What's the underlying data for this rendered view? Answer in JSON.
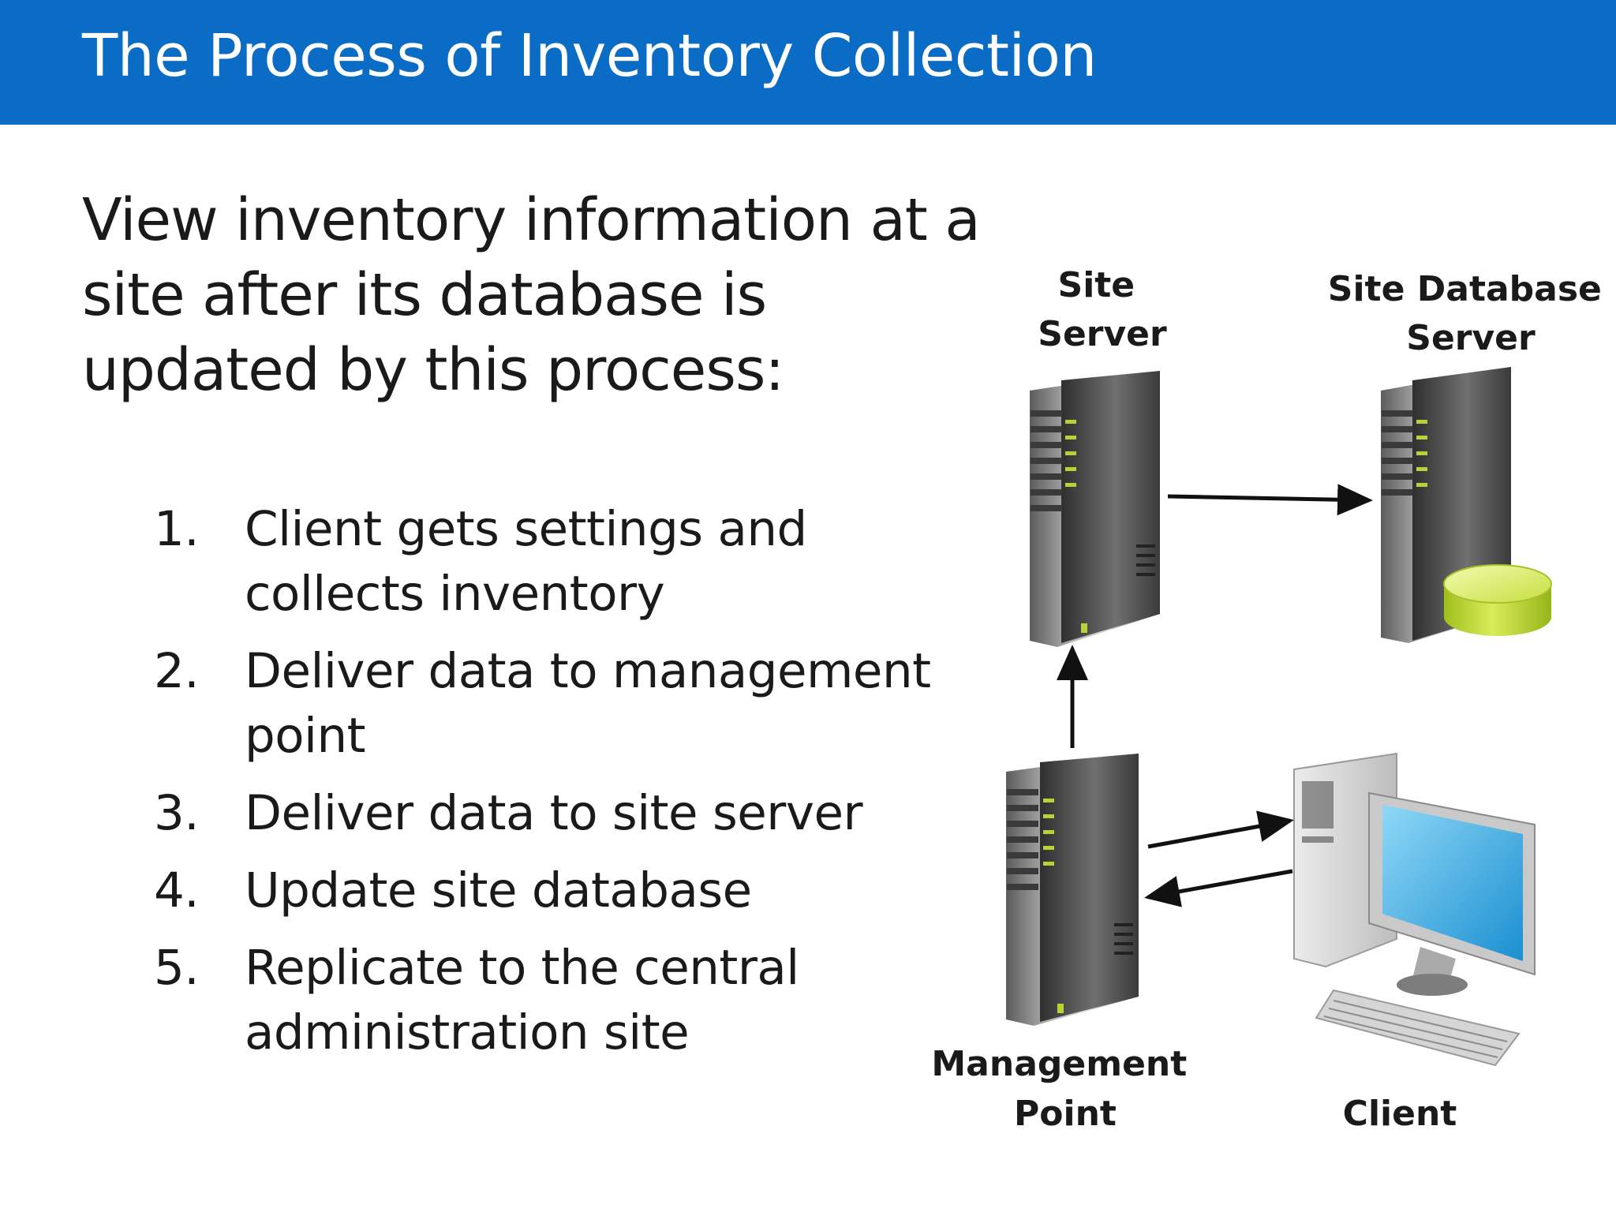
{
  "header": {
    "title": "The Process of Inventory Collection"
  },
  "intro": "View inventory information at a site after its database is updated by this process:",
  "steps": [
    {
      "num": "1.",
      "text": "Client gets settings and collects inventory"
    },
    {
      "num": "2.",
      "text": "Deliver data to management point"
    },
    {
      "num": "3.",
      "text": "Deliver data to site server"
    },
    {
      "num": "4.",
      "text": "Update site database"
    },
    {
      "num": "5.",
      "text": "Replicate to the central administration site"
    }
  ],
  "diagram": {
    "site_server": {
      "line1": "Site",
      "line2": "Server"
    },
    "site_db_server": {
      "line1": "Site Database",
      "line2": "Server"
    },
    "management_point": {
      "line1": "Management",
      "line2": "Point"
    },
    "client": {
      "line1": "Client"
    },
    "icons": [
      "server-tower-icon",
      "database-cylinder-icon",
      "desktop-computer-icon",
      "arrow-icon"
    ]
  },
  "colors": {
    "title_bar": "#0a6cc4",
    "title_text": "#ffffff",
    "server_led": "#b6d43a",
    "database": "#c6dd3a",
    "monitor_screen": "#3fb2e8"
  }
}
